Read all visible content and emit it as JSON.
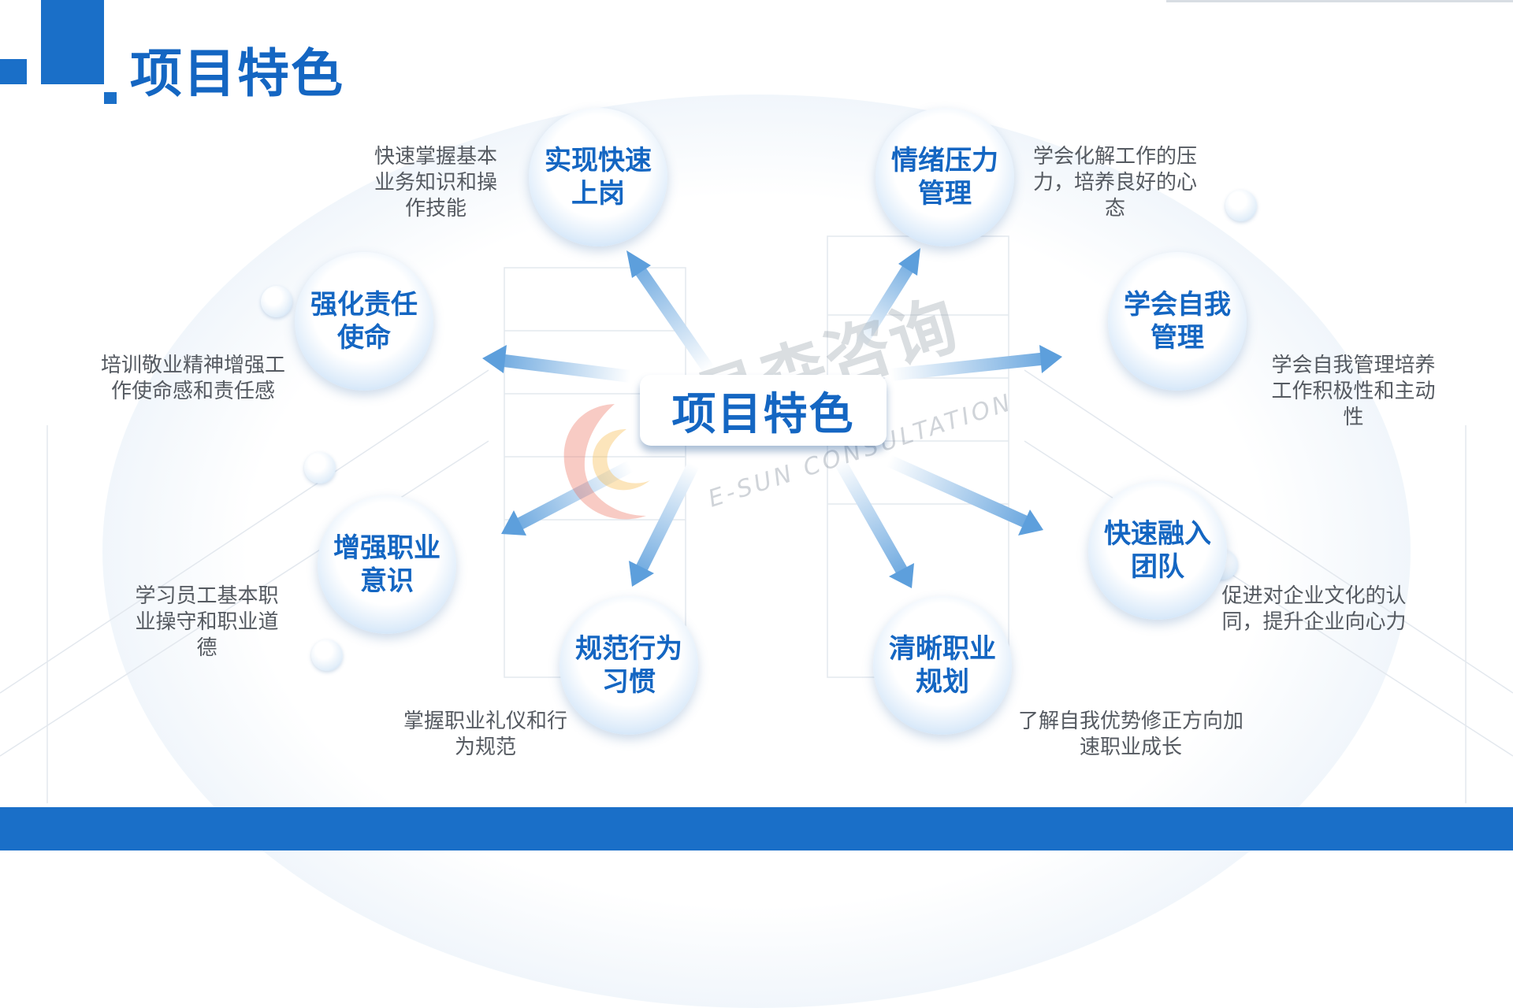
{
  "page": {
    "title": "项目特色",
    "accent_color": "#1a6fc8",
    "text_color": "#1466c2"
  },
  "diagram": {
    "center": {
      "label": "项目特色"
    },
    "nodes": [
      {
        "id": "rapid-onboarding",
        "label": "实现快速上岗",
        "description": "快速掌握基本业务知识和操作技能"
      },
      {
        "id": "emotional-stress",
        "label": "情绪压力管理",
        "description": "学会化解工作的压力，培养良好的心态"
      },
      {
        "id": "responsibility",
        "label": "强化责任使命",
        "description": "培训敬业精神增强工作使命感和责任感"
      },
      {
        "id": "self-management",
        "label": "学会自我管理",
        "description": "学会自我管理培养工作积极性和主动性"
      },
      {
        "id": "professional-awareness",
        "label": "增强职业意识",
        "description": "学习员工基本职业操守和职业道德"
      },
      {
        "id": "team-integration",
        "label": "快速融入团队",
        "description": "促进对企业文化的认同，提升企业向心力"
      },
      {
        "id": "behavior-norms",
        "label": "规范行为习惯",
        "description": "掌握职业礼仪和行为规范"
      },
      {
        "id": "career-planning",
        "label": "清晰职业规划",
        "description": "了解自我优势修正方向加速职业成长"
      }
    ]
  },
  "watermark": {
    "cn": "易森咨询",
    "en": "E-SUN CONSULTATION"
  }
}
